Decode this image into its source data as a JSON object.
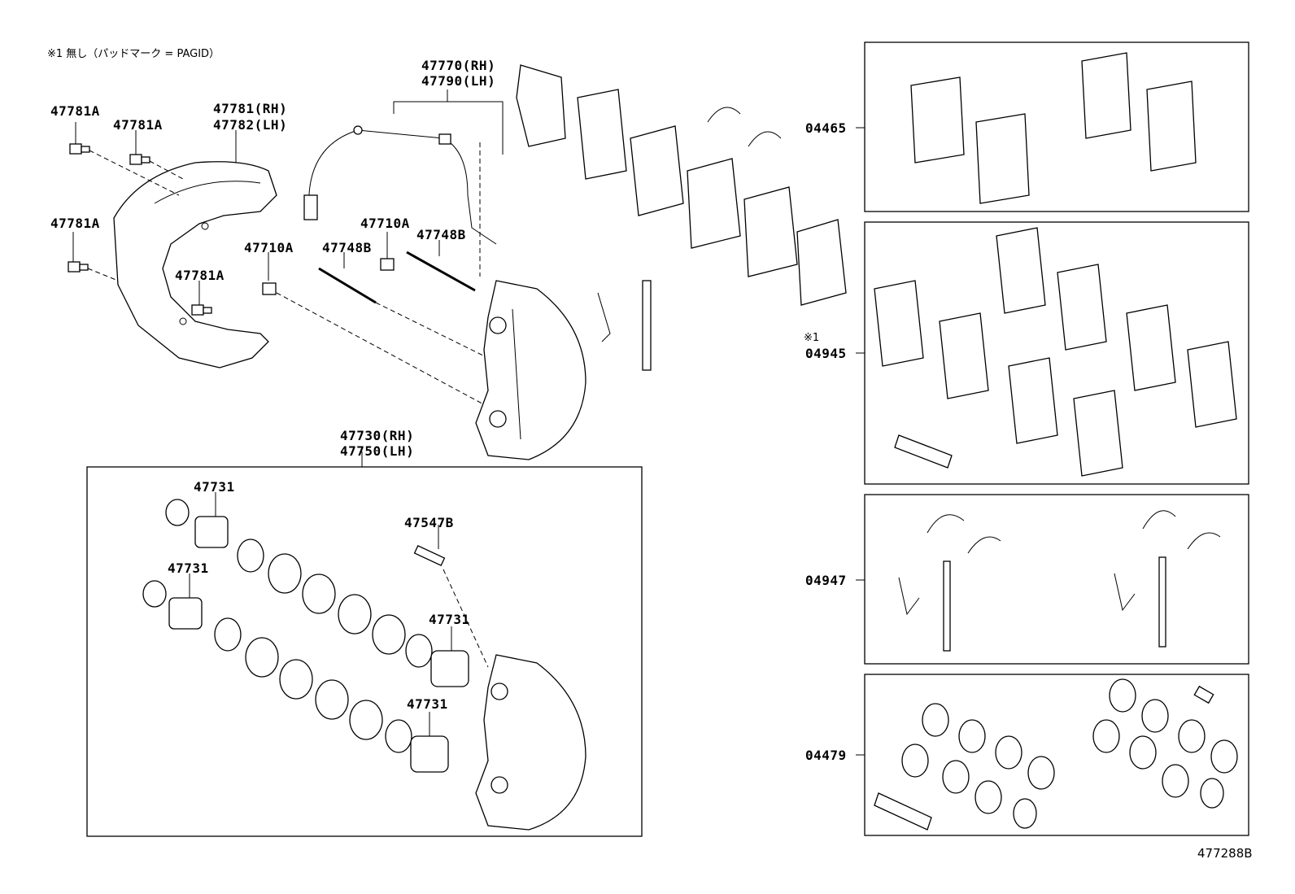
{
  "note": "※1 無し（パッドマーク = PAGID）",
  "labels": {
    "p47781A_a": "47781A",
    "p47781A_b": "47781A",
    "p47781A_c": "47781A",
    "p47781A_d": "47781A",
    "p47781_rh": "47781(RH)",
    "p47782_lh": "47782(LH)",
    "p47770_rh": "47770(RH)",
    "p47790_lh": "47790(LH)",
    "p47710A_a": "47710A",
    "p47710A_b": "47710A",
    "p47748B_a": "47748B",
    "p47748B_b": "47748B",
    "p47730_rh": "47730(RH)",
    "p47750_lh": "47750(LH)",
    "p47731_a": "47731",
    "p47731_b": "47731",
    "p47731_c": "47731",
    "p47731_d": "47731",
    "p47547B": "47547B"
  },
  "kits": {
    "k04465": "04465",
    "k04945_mark": "※1",
    "k04945": "04945",
    "k04947": "04947",
    "k04479": "04479"
  },
  "figure_id": "477288B"
}
